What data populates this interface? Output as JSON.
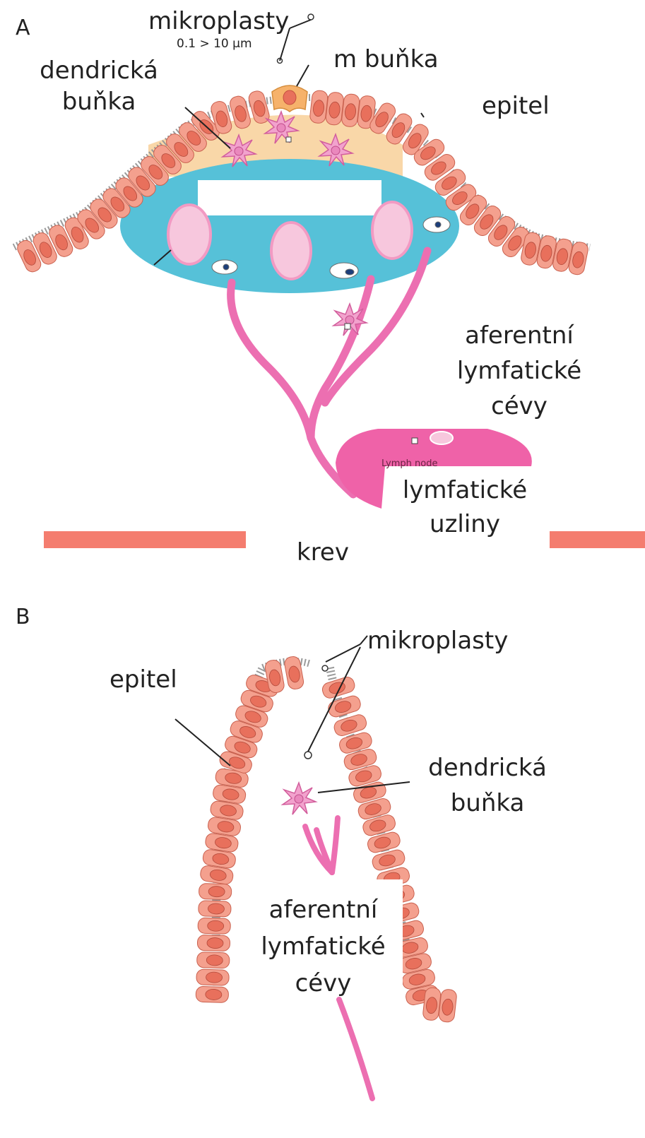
{
  "panel_a": {
    "letter": "A",
    "microplastics": "mikroplasty",
    "size_range": "0.1 > 10 µm",
    "m_cell": "m buňka",
    "dendritic_cell": [
      "dendrická",
      "buňka"
    ],
    "epithelium": "epitel",
    "afferent_vessels": [
      "aferentní",
      "lymfatické",
      "cévy"
    ],
    "lymph_nodes": [
      "lymfatické",
      "uzliny"
    ],
    "lymph_node_partial": "Lymph node",
    "blood": "krev"
  },
  "panel_b": {
    "letter": "B",
    "microplastics": "mikroplasty",
    "epithelium": "epitel",
    "dendritic_cell": [
      "dendrická",
      "buňka"
    ],
    "afferent_vessels": [
      "aferentní",
      "lymfatické",
      "cévy"
    ]
  },
  "colors": {
    "epithelial_cell": "#f4a08e",
    "epithelial_nucleus": "#e8705c",
    "dome": "#f9d7a8",
    "follicle": "#56c1d8",
    "germinal_center": "#f7c7dd",
    "lymph_vessel": "#ec6fb1",
    "lymph_node": "#ef62a8",
    "blood_bar": "#f47d6f",
    "dendritic_cell": "#f2a2cd"
  }
}
